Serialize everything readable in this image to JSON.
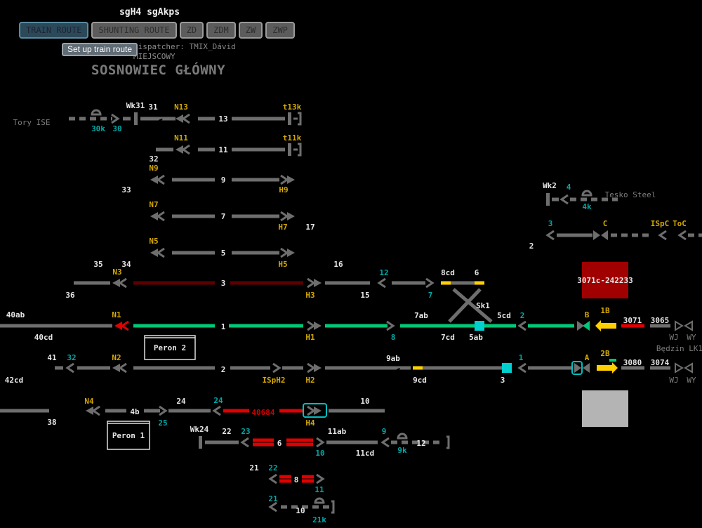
{
  "header": {
    "title": "sgH4 sgAkps",
    "dispatcher": "Dispatcher: TMIX_Dávid",
    "mode": "MIEJSCOWY",
    "station": "SOSNOWIEC GŁÓWNY"
  },
  "toolbar": {
    "buttons": [
      "TRAIN ROUTE",
      "SHUNTING ROUTE",
      "ZD",
      "ZDM",
      "ZW",
      "ZWP"
    ],
    "active": "TRAIN ROUTE",
    "tooltip": "Set up train route"
  },
  "platforms": [
    "Peron 2",
    "Peron 1"
  ],
  "train_boxes": {
    "occupied": "3071c-242233",
    "empty": ""
  },
  "colors": {
    "track": "#6e6e6e",
    "route_set": "#00c878",
    "occupied": "#e00000",
    "locked": "#5c0000",
    "signal_label": "#d4a800",
    "switch_label": "#00a8a8"
  },
  "diagram_labels": [
    "Wk31",
    "31",
    "13",
    "11",
    "32",
    "9",
    "33",
    "7",
    "17",
    "5",
    "35",
    "34",
    "16",
    "3",
    "36",
    "15",
    "8cd",
    "6",
    "Sk1",
    "40ab",
    "1",
    "7ab",
    "5cd",
    "40cd",
    "7cd",
    "5ab",
    "41",
    "2",
    "9ab",
    "42cd",
    "9cd",
    "3",
    "24",
    "10",
    "4b",
    "38",
    "Wk24",
    "22",
    "6",
    "11ab",
    "12",
    "11cd",
    "21",
    "8",
    "10",
    "Wk2",
    "2",
    "3071",
    "3065",
    "3080",
    "3074",
    "Tory ISE",
    "Tesko Steel",
    "Będzin LK1",
    "WJ",
    "WY",
    "WJ",
    "WY",
    "N13",
    "t13k",
    "N11",
    "t11k",
    "N9",
    "H9",
    "N7",
    "H7",
    "N5",
    "H5",
    "N3",
    "H3",
    "N1",
    "H1",
    "N2",
    "ISpH2",
    "H2",
    "N4",
    "H4",
    "C",
    "ISpC",
    "ToC",
    "B",
    "1B",
    "A",
    "2B",
    "30k",
    "30",
    "4",
    "4k",
    "3",
    "12",
    "7",
    "2",
    "8",
    "32",
    "1",
    "24",
    "25",
    "23",
    "9",
    "10",
    "9k",
    "22",
    "11",
    "21",
    "21k",
    "40684"
  ]
}
